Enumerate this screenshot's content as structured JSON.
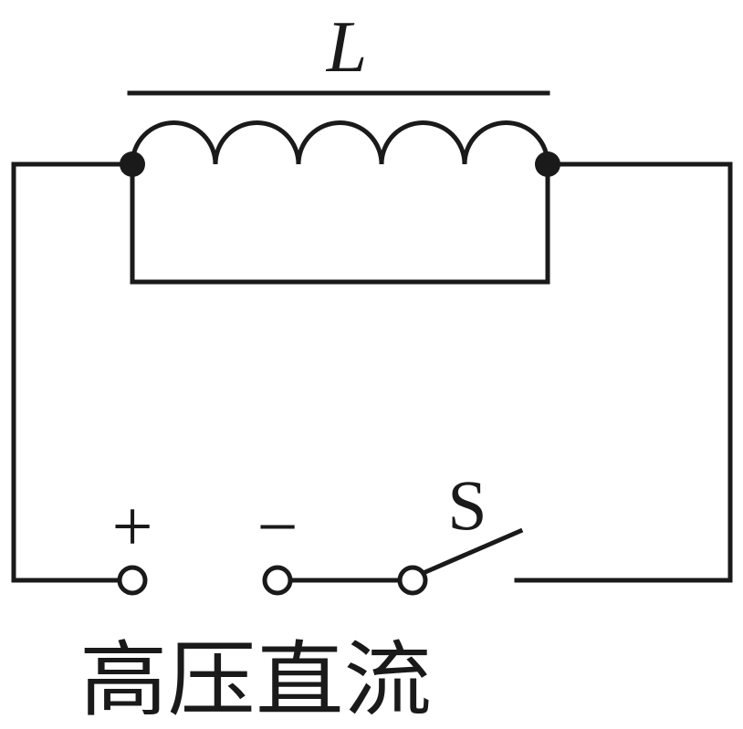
{
  "inductor": {
    "label": "L"
  },
  "switch": {
    "label": "S"
  },
  "source": {
    "plus_label": "+",
    "minus_label": "−",
    "caption": "高压直流"
  }
}
